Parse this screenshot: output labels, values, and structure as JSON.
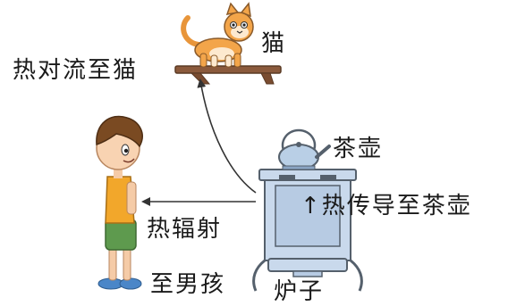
{
  "labels": {
    "cat": "猫",
    "convection": "热对流至猫",
    "teapot": "茶壶",
    "conduction": "↑热传导至茶壶",
    "radiation_line1": "热辐射",
    "radiation_line2": "至男孩",
    "stove": "炉子"
  },
  "colors": {
    "stove_fill": "#c9d9ec",
    "stove_stroke": "#55606c",
    "shelf": "#8b5a3c",
    "cat_fur": "#f3a54a",
    "boy_shirt": "#f2a72b",
    "boy_shorts": "#5e9a4e",
    "boy_hair": "#7a4a22",
    "arrow": "#333333"
  }
}
